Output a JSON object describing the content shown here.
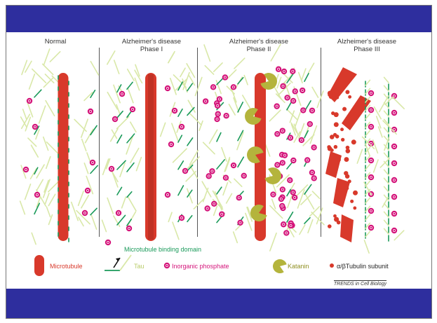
{
  "panels": [
    {
      "title_line1": "Normal",
      "title_line2": ""
    },
    {
      "title_line1": "Alzheimer's disease",
      "title_line2": "Phase I"
    },
    {
      "title_line1": "Alzheimer's disease",
      "title_line2": "Phase II"
    },
    {
      "title_line1": "Alzheimer's disease",
      "title_line2": "Phase III"
    }
  ],
  "legend": {
    "microtubule": "Microtubule",
    "binding_domain": "Microtubule binding domain",
    "tau": "Tau",
    "phosphate_symbol": "P",
    "phosphate": "Inorganic phosphate",
    "katanin": "Katanin",
    "tubulin": "α/βTubulin subunit"
  },
  "credit": "TRENDS in Cell Biology",
  "colors": {
    "band": "#2e2e9e",
    "microtubule": "#d8392b",
    "tau": "#d9e8a8",
    "binding_domain": "#1a9a5a",
    "phosphate": "#d4147a",
    "katanin": "#b4b43c"
  }
}
